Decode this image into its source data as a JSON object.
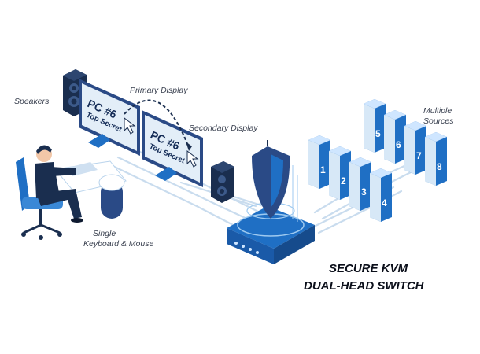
{
  "labels": {
    "speakers": "Speakers",
    "primary_display": "Primary Display",
    "secondary_display": "Secondary Display",
    "multiple_sources": [
      "Multiple",
      "Sources"
    ],
    "single_km": [
      "Single",
      "Keyboard & Mouse"
    ]
  },
  "title": [
    "SECURE KVM",
    "DUAL-HEAD SWITCH"
  ],
  "screens": [
    {
      "line1": "PC #6",
      "line2": "Top Secret"
    },
    {
      "line1": "PC #6",
      "line2": "Top Secret"
    }
  ],
  "sources": [
    "1",
    "2",
    "3",
    "4",
    "5",
    "6",
    "7",
    "8"
  ],
  "colors": {
    "primary_blue": "#1f6fc4",
    "dark_navy": "#1a2e4f",
    "light_blue": "#d7e8f7",
    "cable": "#c9dcee"
  }
}
